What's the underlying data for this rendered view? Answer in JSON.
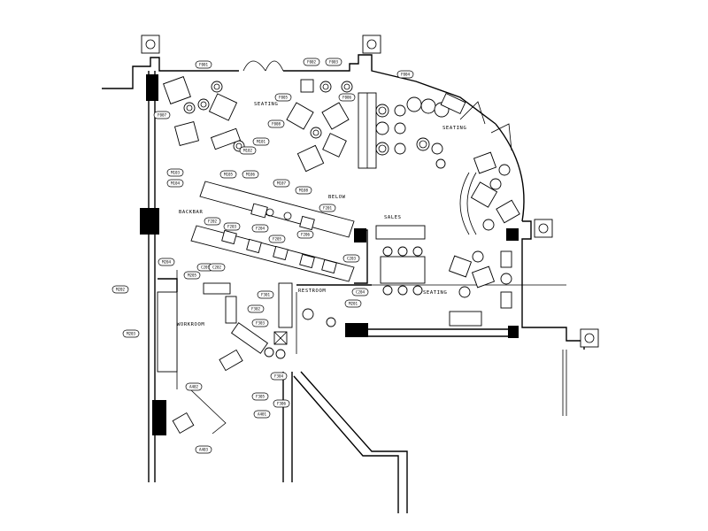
{
  "room_labels": {
    "seating_top": "SEATING",
    "seating_right": "SEATING",
    "seating_lower": "SEATING",
    "backbar": "BACKBAR",
    "sales": "SALES",
    "restroom": "RESTROOM",
    "workroom": "WORKROOM",
    "below": "BELOW"
  },
  "tags": [
    "F001",
    "F002",
    "F003",
    "F004",
    "F005",
    "F006",
    "F007",
    "F008",
    "M101",
    "M102",
    "M103",
    "M104",
    "M105",
    "M106",
    "M107",
    "M108",
    "F201",
    "F202",
    "F203",
    "F204",
    "F205",
    "F206",
    "C201",
    "C202",
    "C203",
    "C204",
    "M201",
    "M202",
    "M203",
    "M204",
    "M205",
    "F301",
    "F302",
    "F303",
    "F304",
    "F305",
    "F306",
    "A401",
    "A402",
    "A403"
  ],
  "icons": {
    "column": "column-icon",
    "elevation_marker": "elevation-marker-icon",
    "door_swing": "door-swing-icon"
  }
}
